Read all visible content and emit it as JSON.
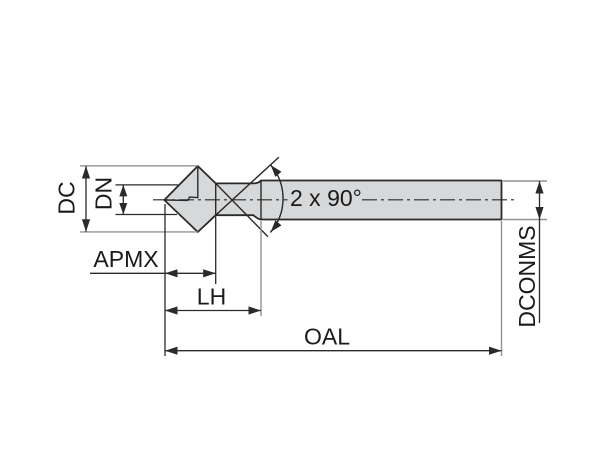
{
  "diagram": {
    "kind": "countersink-tool-dimensional-drawing",
    "labels": {
      "dc": "DC",
      "dn": "DN",
      "apmx": "APMX",
      "lh": "LH",
      "oal": "OAL",
      "dconms": "DCONMS",
      "angle_note": "2 x 90°"
    },
    "colors": {
      "background": "#ffffff",
      "body_fill": "#d7d8d9",
      "line": "#2a2a2a",
      "extension_line": "#8f9396",
      "text": "#1a1a1a"
    }
  }
}
